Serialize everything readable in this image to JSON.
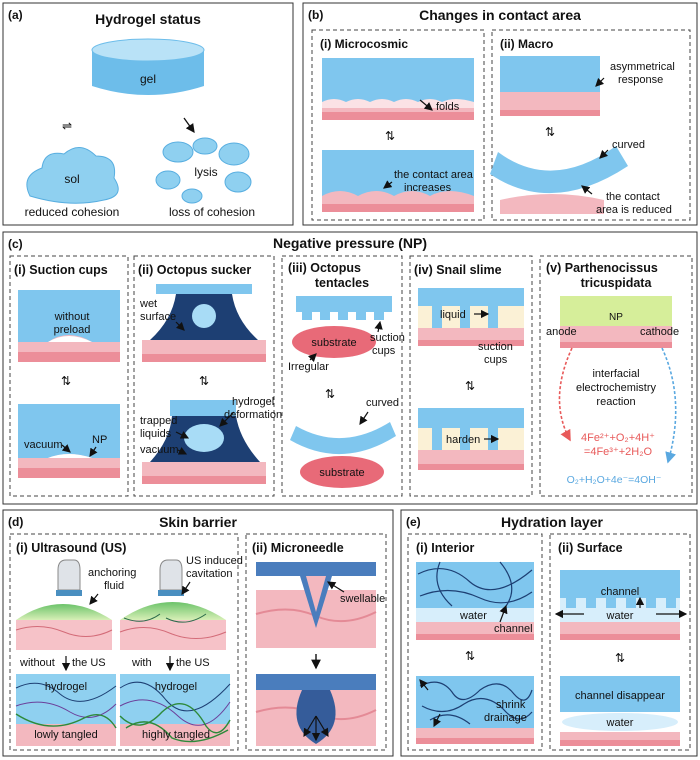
{
  "panel_a": {
    "label": "(a)",
    "title": "Hydrogel status",
    "gel": "gel",
    "sol": "sol",
    "lysis": "lysis",
    "reduced_cohesion": "reduced cohesion",
    "loss_of_cohesion": "loss of cohesion"
  },
  "panel_b": {
    "label": "(b)",
    "title": "Changes in contact area",
    "i_title": "(i)    Microcosmic",
    "ii_title": "(ii)    Macro",
    "folds": "folds",
    "contact_increases_1": "the contact area",
    "contact_increases_2": "increases",
    "asym_1": "asymmetrical",
    "asym_2": "response",
    "curved": "curved",
    "contact_reduced_1": "the contact",
    "contact_reduced_2": "area is reduced"
  },
  "panel_c": {
    "label": "(c)",
    "title": "Negative pressure (NP)",
    "i_title": "(i) Suction cups",
    "ii_title": "(ii) Octopus sucker",
    "iii_title_1": "(iii)    Octopus",
    "iii_title_2": "tentacles",
    "iv_title": "(iv) Snail slime",
    "v_title_1": "(v)    Parthenocissus",
    "v_title_2": "tricuspidata",
    "without_1": "without",
    "without_2": "preload",
    "vacuum": "vacuum",
    "np": "NP",
    "wet_1": "wet",
    "wet_2": "surface",
    "hydrogel_1": "hydrogel",
    "hydrogel_2": "deformation",
    "trapped_1": "trapped",
    "trapped_2": "liquids",
    "substrate": "substrate",
    "irregular": "Irregular",
    "suction_1": "suction",
    "suction_2": "cups",
    "liquid": "liquid",
    "harden": "harden",
    "anode": "anode",
    "cathode": "cathode",
    "interfacial_1": "interfacial",
    "interfacial_2": "electrochemistry",
    "interfacial_3": "reaction",
    "eq1": "4Fe²⁺+O₂+4H⁺",
    "eq2": "=4Fe³⁺+2H₂O",
    "eq3": "O₂+H₂O+4e⁻=4OH⁻",
    "colors": {
      "red": "#e85a5a",
      "blue": "#5aa8e0"
    }
  },
  "panel_d": {
    "label": "(d)",
    "title": "Skin barrier",
    "i_title": "(i)    Ultrasound (US)",
    "ii_title": "(ii)    Microneedle",
    "anchoring_1": "anchoring",
    "anchoring_2": "fluid",
    "us_1": "US induced",
    "us_2": "cavitation",
    "without_us": "without",
    "with_us": "with",
    "the_us": "the US",
    "hydrogel": "hydrogel",
    "lowly": "lowly tangled",
    "highly": "highly tangled",
    "swellable": "swellable"
  },
  "panel_e": {
    "label": "(e)",
    "title": "Hydration layer",
    "i_title": "(i)    Interior",
    "ii_title": "(ii)    Surface",
    "water": "water",
    "channel": "channel",
    "shrink": "shrink",
    "drainage": "drainage",
    "channel_disappear": "channel disappear"
  }
}
